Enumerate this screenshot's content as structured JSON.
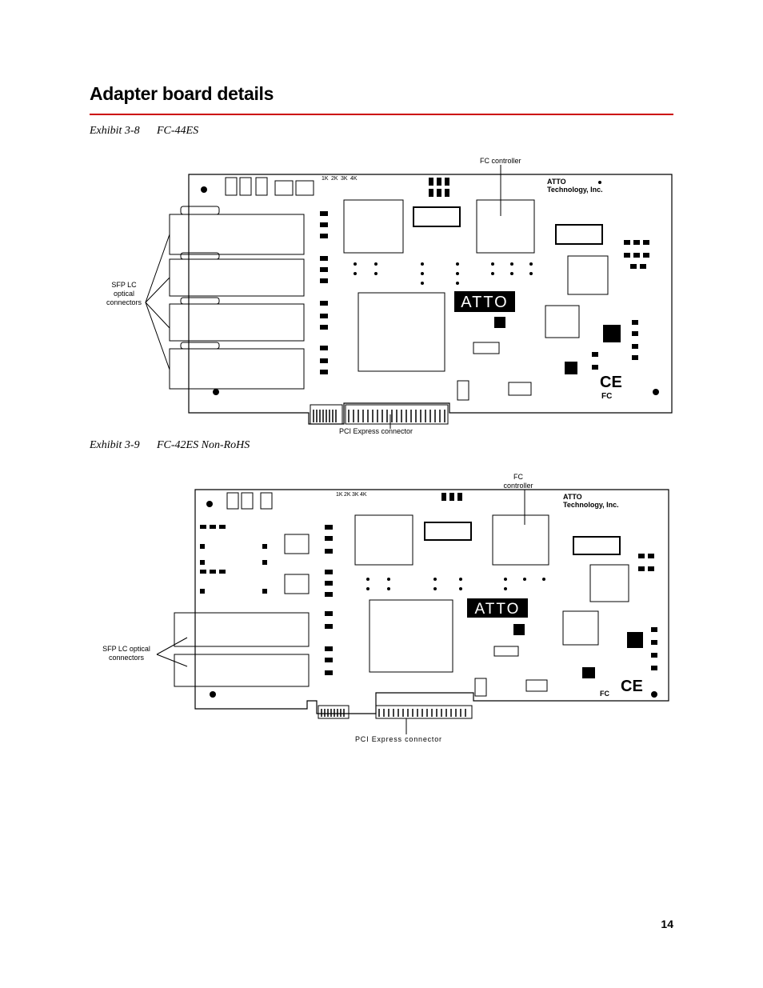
{
  "section_title": "Adapter board details",
  "exhibits": [
    {
      "number": "Exhibit 3-8",
      "title": "FC-44ES",
      "callouts": {
        "fc_controller": "FC controller",
        "sfp_lines": [
          "SFP LC",
          "optical",
          "connectors"
        ],
        "pci": "PCI Express connector"
      }
    },
    {
      "number": "Exhibit 3-9",
      "title": "FC-42ES Non-RoHS",
      "callouts": {
        "fc_controller_lines": [
          "FC",
          "controller"
        ],
        "sfp_lines": [
          "SFP LC optical",
          "connectors"
        ],
        "pci": "PCI Express connector"
      }
    }
  ],
  "board_text": {
    "company": [
      "ATTO",
      "Technology, Inc."
    ],
    "logo": "ATTO",
    "leds": [
      "1K",
      "2K",
      "3K",
      "4K"
    ],
    "marks": [
      "CE",
      "FC"
    ]
  },
  "page_number": "14"
}
